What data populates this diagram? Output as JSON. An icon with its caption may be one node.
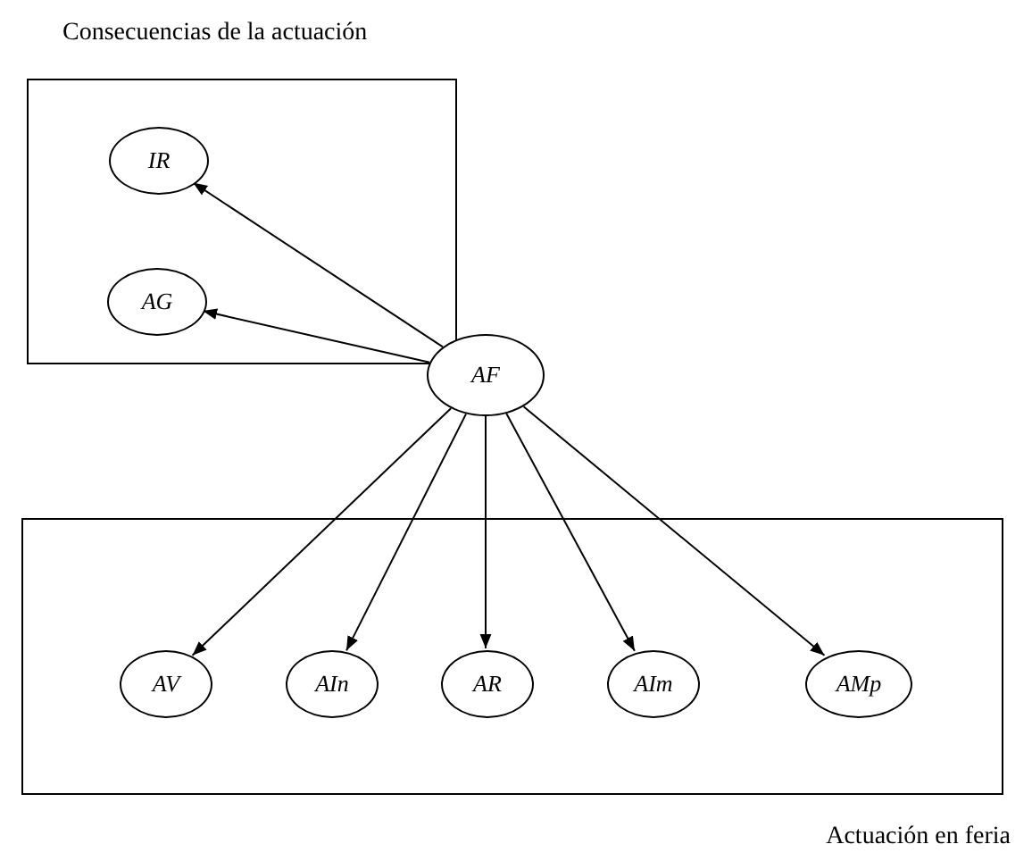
{
  "diagram": {
    "nodes": [
      {
        "text": [
          "Consecuencias de la actuación"
        ]
      },
      {
        "text": [
          "IR"
        ],
        "in": 0
      },
      {
        "text": [
          "AG"
        ],
        "in": 0
      },
      {
        "text": [
          "AF"
        ]
      },
      {
        "text": [
          "Actuación en feria"
        ]
      },
      {
        "text": [
          "AV"
        ],
        "in": 4
      },
      {
        "text": [
          "AIn"
        ],
        "in": 4
      },
      {
        "text": [
          "AR"
        ],
        "in": 4
      },
      {
        "text": [
          "AIm"
        ],
        "in": 4
      },
      {
        "text": [
          "AMp"
        ],
        "in": 4
      }
    ],
    "edges": [
      {
        "from": 3,
        "to": 1,
        "arrow": "to"
      },
      {
        "from": 3,
        "to": 2,
        "arrow": "to"
      },
      {
        "from": 3,
        "to": 5,
        "arrow": "to"
      },
      {
        "from": 3,
        "to": 6,
        "arrow": "to"
      },
      {
        "from": 3,
        "to": 7,
        "arrow": "to"
      },
      {
        "from": 3,
        "to": 8,
        "arrow": "to"
      },
      {
        "from": 3,
        "to": 9,
        "arrow": "to"
      }
    ]
  }
}
